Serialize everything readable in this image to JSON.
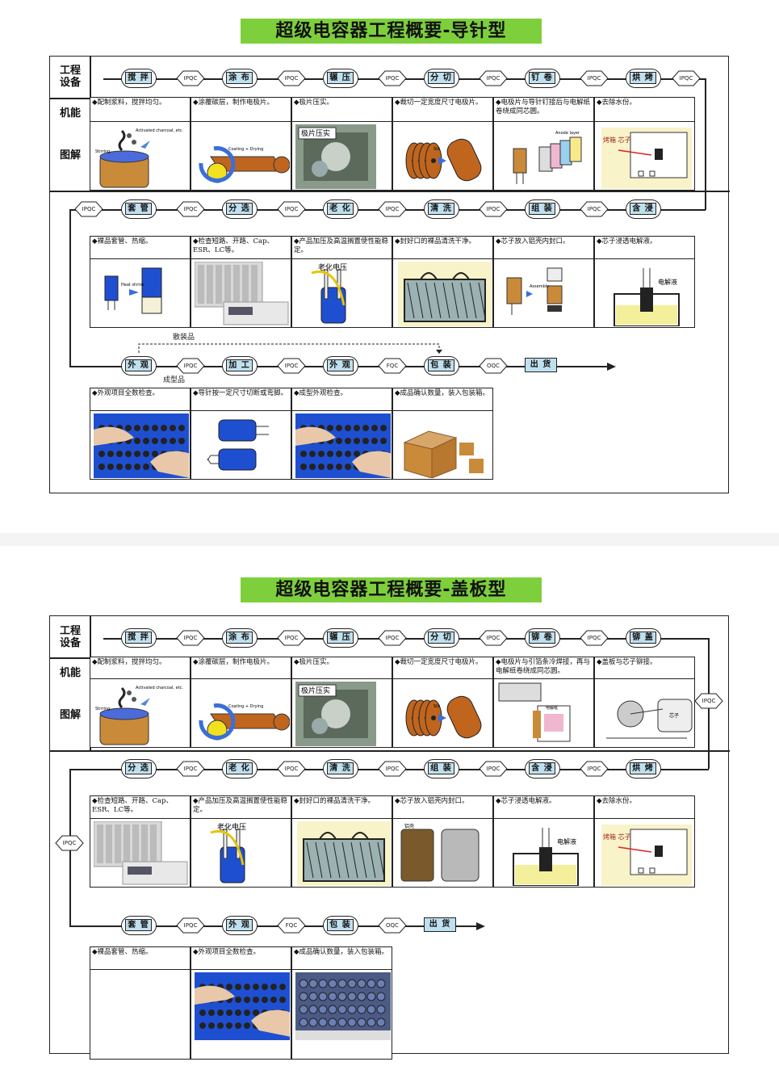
{
  "panel1": {
    "title": "超级电容器工程概要-导针型",
    "row_labels": {
      "equipment": "工程\n设备",
      "function": "机能",
      "illustration": "图解"
    },
    "row1_steps": [
      "搅 拌",
      "涂 布",
      "辗 压",
      "分 切",
      "钉 卷",
      "烘 烤"
    ],
    "row1_checks": [
      "IPQC",
      "IPQC",
      "IPQC",
      "IPQC",
      "IPQC",
      "IPQC"
    ],
    "row1_desc": [
      "◆配制浆料，搅拌均匀。",
      "◆涂覆碳层，制作电极片。",
      "◆极片压实。",
      "◆裁切一定宽度尺寸电极片。",
      "◆电极片与导针钉接后与电解纸卷绕成同芯圆。",
      "◆去除水份。"
    ],
    "row1_img_text": [
      "Activated charcoal, etc.",
      "Coating + Drying",
      "极片压实",
      "Slit",
      "Anode layer",
      "烤箱 芯子"
    ],
    "row2_steps": [
      "套 管",
      "分 选",
      "老 化",
      "清 洗",
      "组 装",
      "含 浸"
    ],
    "row2_checks": [
      "IPQC",
      "IPQC",
      "IPQC",
      "IPQC",
      "IPQC",
      "IPQC",
      "IPQC"
    ],
    "row2_desc": [
      "◆裸品套管、热缩。",
      "◆检查短路、开路、Cap、ESR、LC等。",
      "◆产品加压及高温搁置使性能稳定。",
      "◆封好口的裸品清洗干净。",
      "◆芯子放入铝壳内封口。",
      "◆芯子浸透电解液。"
    ],
    "row2_img_text": [
      "Heat shrink",
      "",
      "老化电压",
      "",
      "Assembly",
      "电解液"
    ],
    "row3_steps": [
      "外 观",
      "加 工",
      "外 观",
      "包 装"
    ],
    "row3_checks": [
      "IPQC",
      "IPQC",
      "FQC",
      "OQC"
    ],
    "row3_final": "出 货",
    "row3_desc": [
      "◆外观项目全数检查。",
      "◆导针按一定尺寸切断或弯脚。",
      "◆成型外观检查。",
      "◆成品确认数量，装入包装箱。"
    ],
    "notes": {
      "bulk": "散装品",
      "formed": "成型品"
    }
  },
  "panel2": {
    "title": "超级电容器工程概要-盖板型",
    "row_labels": {
      "equipment": "工程\n设备",
      "function": "机能",
      "illustration": "图解"
    },
    "row1_steps": [
      "搅 拌",
      "涂 布",
      "辗 压",
      "分 切",
      "铆 卷",
      "铆 盖"
    ],
    "row1_checks": [
      "IPQC",
      "IPQC",
      "IPQC",
      "IPQC",
      "IPQC",
      "IPQC"
    ],
    "row1_desc": [
      "◆配制浆料，搅拌均匀。",
      "◆涂覆碳层，制作电极片。",
      "◆极片压实。",
      "◆裁切一定宽度尺寸电极片。",
      "◆电极片与引箔条冷焊接，再与电解纸卷绕成同芯圆。",
      "◆盖板与芯子铆接。"
    ],
    "row1_img_text": [
      "Activated charcoal, etc.",
      "Coating + Drying",
      "极片压实",
      "Slit",
      "电解纸",
      "芯子"
    ],
    "row2_steps": [
      "分 选",
      "老 化",
      "清 洗",
      "组 装",
      "含 浸",
      "烘 烤"
    ],
    "row2_checks": [
      "IPQC",
      "IPQC",
      "IPQC",
      "IPQC",
      "IPQC",
      "IPQC"
    ],
    "row2_desc": [
      "◆检查短路、开路、Cap、ESR、LC等。",
      "◆产品加压及高温搁置使性能稳定。",
      "◆封好口的裸品清洗干净。",
      "◆芯子放入铝壳内封口。",
      "◆芯子浸透电解液。",
      "◆去除水份。"
    ],
    "row2_img_text": [
      "",
      "老化电压",
      "",
      "铝壳",
      "电解液",
      "烤箱 芯子"
    ],
    "row3_steps": [
      "套 管",
      "外 观",
      "包 装"
    ],
    "row3_checks": [
      "IPQC",
      "FQC",
      "OQC"
    ],
    "row3_final": "出 货",
    "row3_desc": [
      "◆裸品套管、热缩。",
      "◆外观项目全数检查。",
      "◆成品确认数量，装入包装箱。"
    ]
  },
  "colors": {
    "title_bg": "#7ecf3c",
    "step_fill": "#bfe0ee",
    "blue": "#1f4fd1",
    "tan": "#c98a3a",
    "orange": "#c0651e"
  }
}
